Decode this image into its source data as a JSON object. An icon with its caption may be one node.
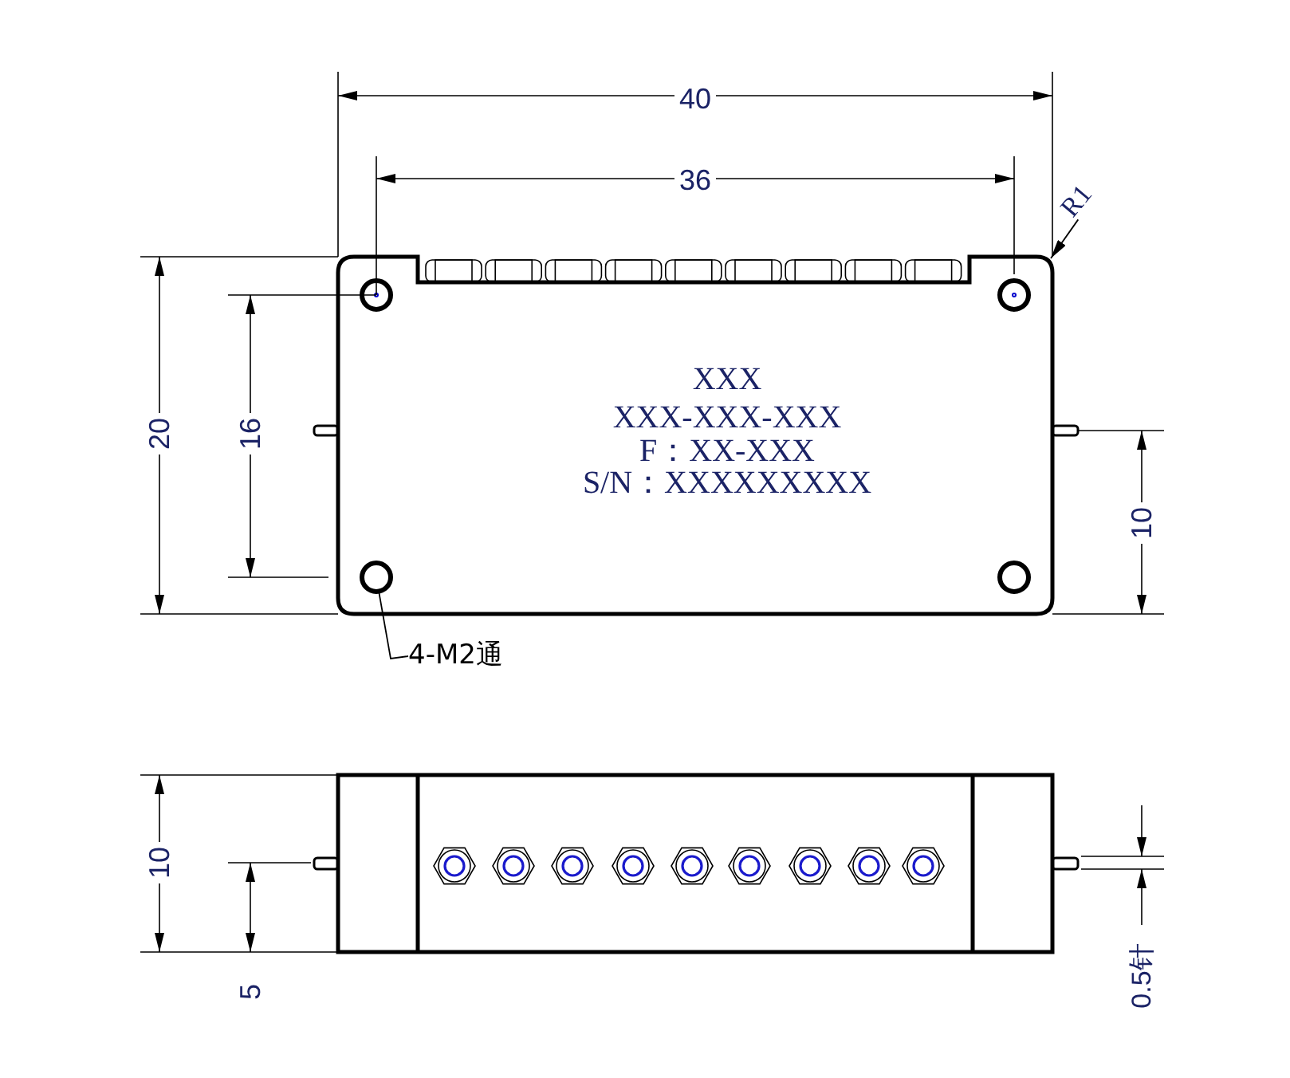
{
  "diagram": {
    "nodes": [
      {
        "text": [
          "4-M2通"
        ]
      },
      {
        "text": [],
        "shape": "circle"
      },
      {
        "text": [
          "R1"
        ]
      }
    ],
    "edges": [
      {
        "from": 0,
        "to": 1,
        "arrow": "none"
      },
      {
        "from": 2,
        "to": null,
        "arrow": "to"
      }
    ],
    "labels": [
      "40",
      "36",
      "20",
      "16",
      "XXX",
      "XXX-XXX-XXX",
      "F：XX-XXX",
      "S/N：XXXXXXXXX",
      "10",
      "10",
      "5",
      "0.5针"
    ]
  }
}
